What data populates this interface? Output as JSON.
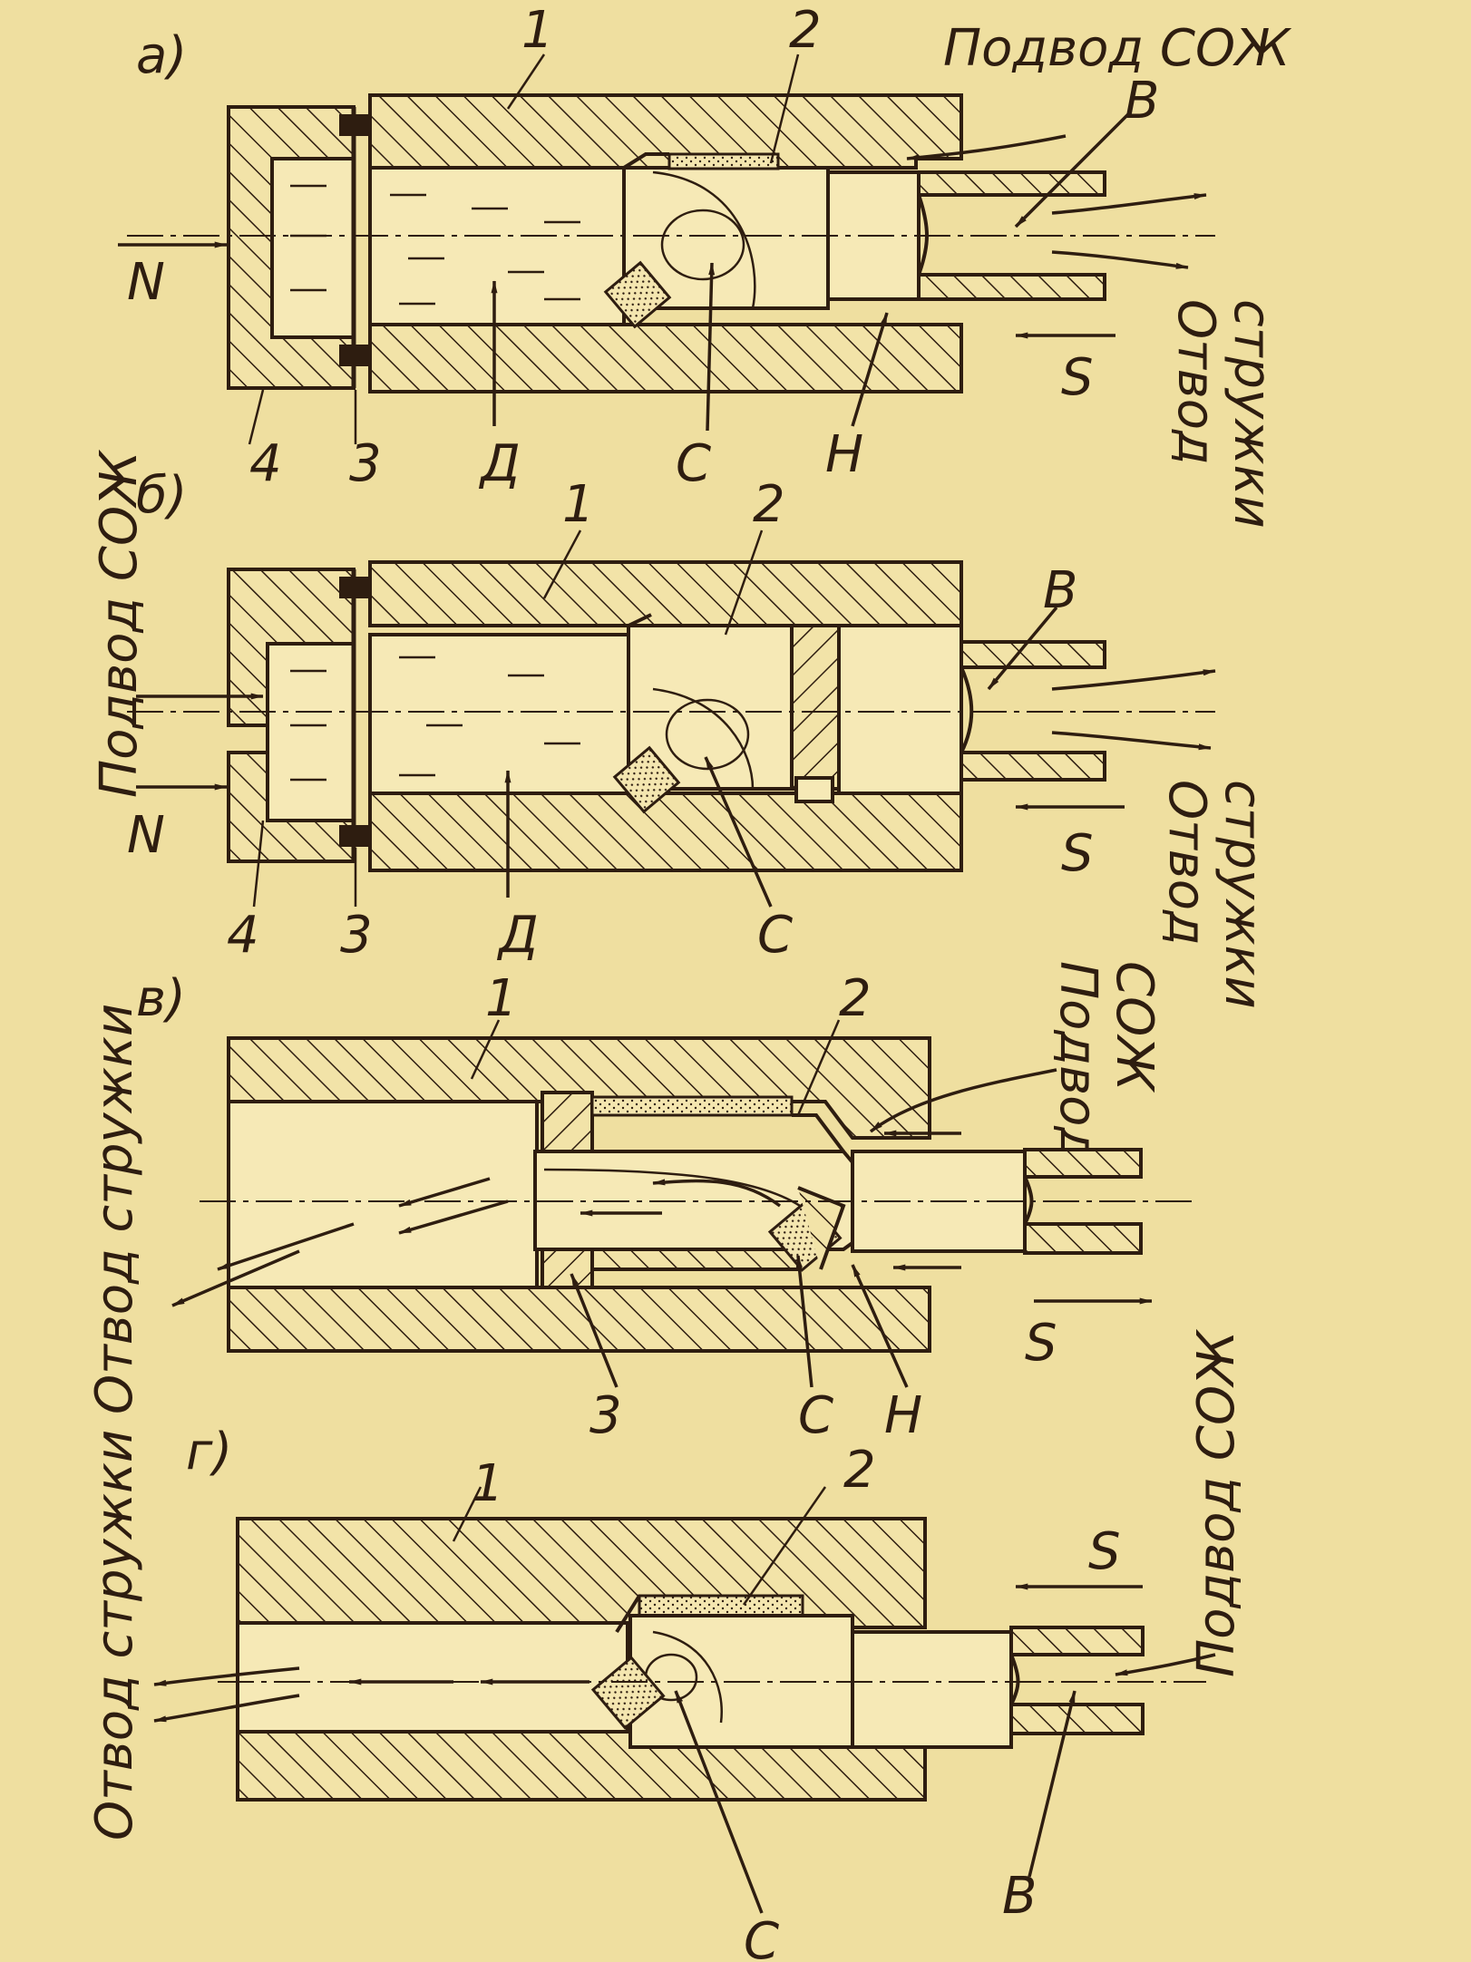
{
  "panels": [
    {
      "id": "a",
      "letter": "а)",
      "coolant_label": "Подвод СОЖ",
      "chip_label": [
        "Отвод",
        "стружки"
      ],
      "labels": {
        "n1": "1",
        "n2": "2",
        "n3": "3",
        "n4": "4",
        "B": "В",
        "N": "N",
        "S": "S",
        "D": "Д",
        "C": "С",
        "H": "Н"
      }
    },
    {
      "id": "b",
      "letter": "б)",
      "coolant_label": "Подвод СОЖ",
      "chip_label": [
        "Отвод",
        "стружки"
      ],
      "labels": {
        "n1": "1",
        "n2": "2",
        "n3": "3",
        "n4": "4",
        "B": "В",
        "N": "N",
        "S": "S",
        "D": "Д",
        "C": "С"
      }
    },
    {
      "id": "v",
      "letter": "в)",
      "coolant_label": [
        "Подвод",
        "СОЖ"
      ],
      "chip_label": "Отвод стружки",
      "labels": {
        "n1": "1",
        "n2": "2",
        "n3": "3",
        "S": "S",
        "C": "С",
        "H": "Н"
      }
    },
    {
      "id": "g",
      "letter": "г)",
      "coolant_label": "Подвод СОЖ",
      "chip_label": "Отвод стружки",
      "labels": {
        "n1": "1",
        "n2": "2",
        "S": "S",
        "C": "С",
        "B": "В"
      }
    }
  ],
  "colors": {
    "paper": "#efdfa0",
    "ink": "#2e1d10"
  }
}
